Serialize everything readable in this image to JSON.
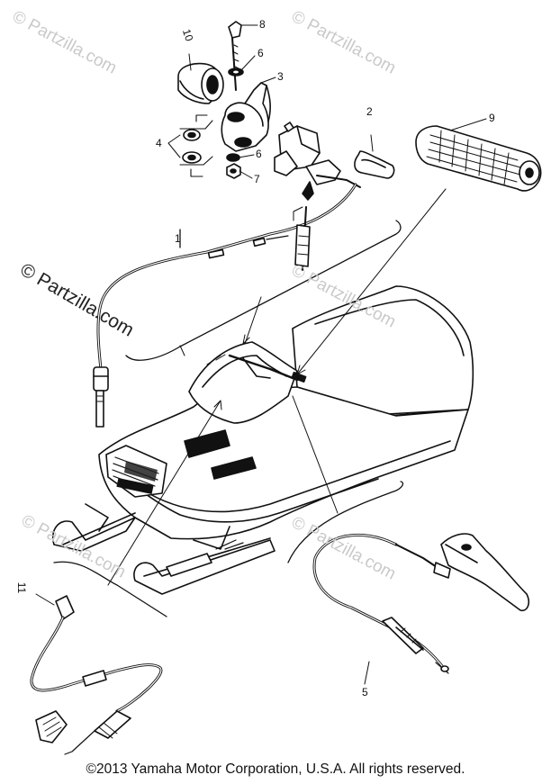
{
  "watermark": "© Partzilla.com",
  "callouts": [
    "1",
    "2",
    "3",
    "4",
    "5",
    "6",
    "6",
    "7",
    "8",
    "9",
    "10",
    "11"
  ],
  "copyright": "©2013  Yamaha Motor Corporation, U.S.A. All rights reserved.",
  "colors": {
    "ink": "#111111",
    "watermark": "#c9c9c9",
    "background": "#ffffff"
  }
}
